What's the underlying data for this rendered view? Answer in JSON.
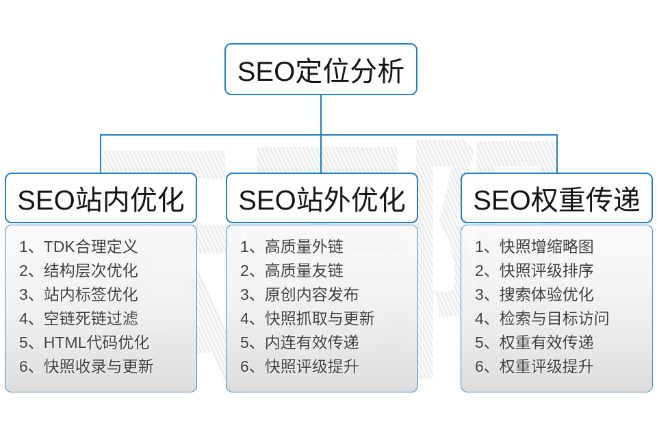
{
  "diagram": {
    "root": {
      "label": "SEO定位分析"
    },
    "branches": [
      {
        "label": "SEO站内优化",
        "items": [
          "1、TDK合理定义",
          "2、结构层次优化",
          "3、站内标签优化",
          "4、空链死链过滤",
          "5、HTML代码优化",
          "6、快照收录与更新"
        ]
      },
      {
        "label": "SEO站外优化",
        "items": [
          "1、高质量外链",
          "2、高质量友链",
          "3、原创内容发布",
          "4、快照抓取与更新",
          "5、内连有效传递",
          "6、快照评级提升"
        ]
      },
      {
        "label": "SEO权重传递",
        "items": [
          "1、快照增缩略图",
          "2、快照评级排序",
          "3、搜索体验优化",
          "4、检索与目标访问",
          "5、权重有效传递",
          "6、权重评级提升"
        ]
      }
    ]
  },
  "watermark": {
    "text": "云无限"
  },
  "colors": {
    "accent": "#1f7ec5",
    "panel_border": "#3a8ccb",
    "item_text": "#3d3d3d"
  }
}
